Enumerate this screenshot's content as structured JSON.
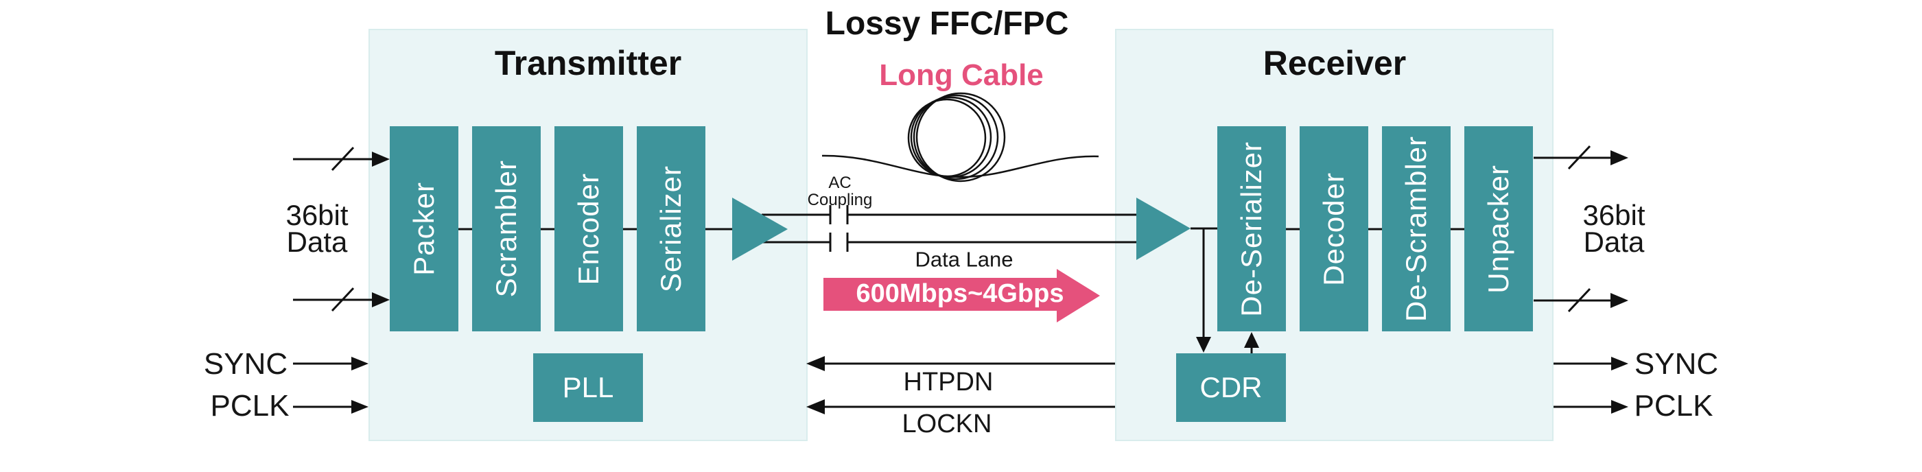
{
  "palette": {
    "teal": "#3E949B",
    "box_fill": "#EAF5F6",
    "box_border": "#D9EDED",
    "pink": "#E5517C",
    "ink": "#161616"
  },
  "left_io": {
    "bus_label_line1": "36bit",
    "bus_label_line2": "Data",
    "sync_label": "SYNC",
    "pclk_label": "PCLK"
  },
  "right_io": {
    "bus_label_line1": "36bit",
    "bus_label_line2": "Data",
    "sync_label": "SYNC",
    "pclk_label": "PCLK"
  },
  "transmitter": {
    "title": "Transmitter",
    "blocks": [
      "Packer",
      "Scrambler",
      "Encoder",
      "Serializer"
    ],
    "pll_label": "PLL"
  },
  "receiver": {
    "title": "Receiver",
    "blocks": [
      "De-Serializer",
      "Decoder",
      "De-Scrambler",
      "Unpacker"
    ],
    "cdr_label": "CDR"
  },
  "channel": {
    "title": "Lossy FFC/FPC",
    "cable_label": "Long Cable",
    "ac_coupling_line1": "AC",
    "ac_coupling_line2": "Coupling",
    "data_lane_label": "Data Lane",
    "speed_label": "600Mbps~4Gbps",
    "htpdn_label": "HTPDN",
    "lockn_label": "LOCKN"
  }
}
